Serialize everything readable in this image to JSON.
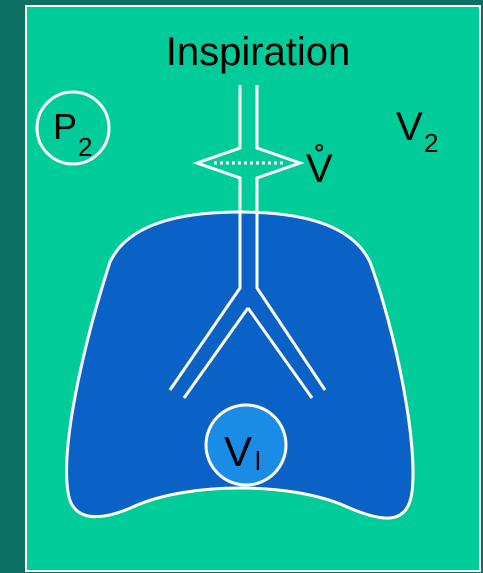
{
  "colors": {
    "background": "#0d6e64",
    "panel": "#00cc99",
    "lung": "#0a62c7",
    "alveolus": "#1a8ce6",
    "outline": "#ffffff",
    "text": "#000000"
  },
  "labels": {
    "title": "Inspiration",
    "pressure_main": "P",
    "pressure_sub": "2",
    "volume_main": "V",
    "volume_sub": "2",
    "flow_symbol": "V̊",
    "lung_volume_main": "V",
    "lung_volume_sub": "l"
  }
}
